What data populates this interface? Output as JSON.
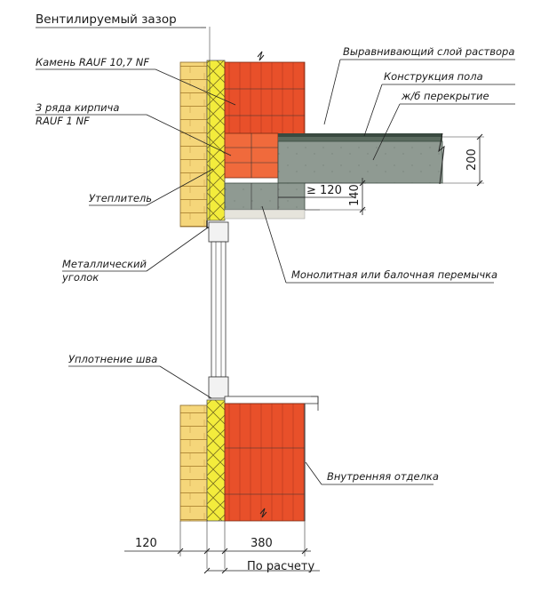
{
  "labels": {
    "ventilated_gap": "Вентилируемый зазор",
    "stone": "Камень RAUF 10,7 NF",
    "brick_rows_1": "3 ряда кирпича",
    "brick_rows_2": "RAUF 1 NF",
    "insulation": "Утеплитель",
    "angle_1": "Металлический",
    "angle_2": "уголок",
    "seal": "Уплотнение шва",
    "leveling": "Выравнивающий слой раствора",
    "floor": "Конструкция пола",
    "slab": "ж/б перекрытие",
    "lintel": "Монолитная или балочная перемычка",
    "interior": "Внутренняя отделка"
  },
  "dimensions": {
    "slab_height": "200",
    "bearing": "≥ 120",
    "lintel_height": "140",
    "facing_width": "120",
    "wall_width": "380",
    "by_calc": "По расчету"
  },
  "colors": {
    "facing_brick": "#f5d67a",
    "insulation": "#f3ec3c",
    "clay_block": "#e8502a",
    "concrete": "#8f9a92",
    "mortar": "#e6e4dc"
  }
}
